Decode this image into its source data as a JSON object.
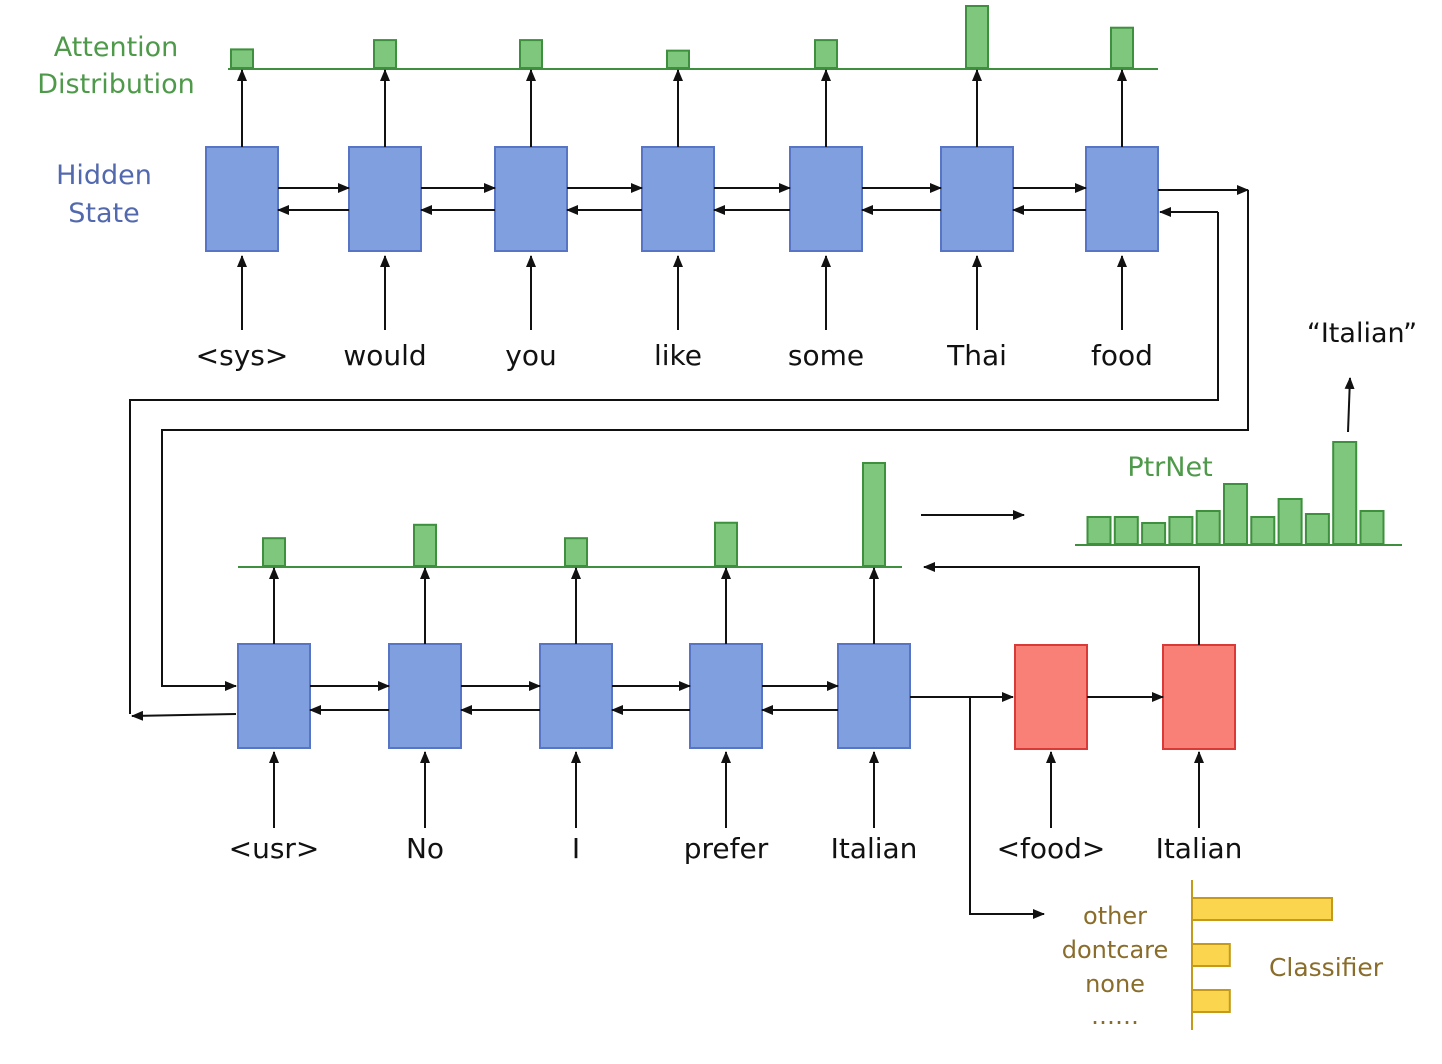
{
  "labels": {
    "attention_line1": "Attention",
    "attention_line2": "Distribution",
    "hidden_line1": "Hidden",
    "hidden_line2": "State",
    "ptrnet": "PtrNet",
    "ptr_output": "“Italian”",
    "classifier": "Classifier"
  },
  "top_row": {
    "tokens": [
      "<sys>",
      "would",
      "you",
      "like",
      "some",
      "Thai",
      "food"
    ],
    "attention": [
      0.3,
      0.45,
      0.45,
      0.28,
      0.45,
      1.0,
      0.65
    ]
  },
  "bottom_row": {
    "tokens": [
      "<usr>",
      "No",
      "I",
      "prefer",
      "Italian"
    ],
    "attention": [
      0.27,
      0.4,
      0.27,
      0.42,
      1.0
    ]
  },
  "decoder": {
    "tokens": [
      "<food>",
      "Italian"
    ]
  },
  "ptrnet_distribution": [
    0.45,
    0.45,
    0.35,
    0.45,
    0.55,
    1.0,
    0.45,
    0.75,
    0.5,
    1.7,
    0.55
  ],
  "classifier": {
    "options": [
      "other",
      "dontcare",
      "none",
      "……"
    ],
    "values": [
      1.0,
      0.27,
      0.27
    ]
  },
  "colors": {
    "hidden_state": "#7f9fde",
    "hidden_border": "#5874c4",
    "decoder_state": "#f98076",
    "decoder_border": "#d93a38",
    "attention_bar": "#7fc77c",
    "attention_border": "#3e8f3e",
    "attention_text": "#4e9a4a",
    "hidden_text": "#5369ad",
    "classifier_bar": "#fbd54e",
    "classifier_border": "#c49a18",
    "classifier_text": "#8a6d2b",
    "arrow": "#111111"
  }
}
